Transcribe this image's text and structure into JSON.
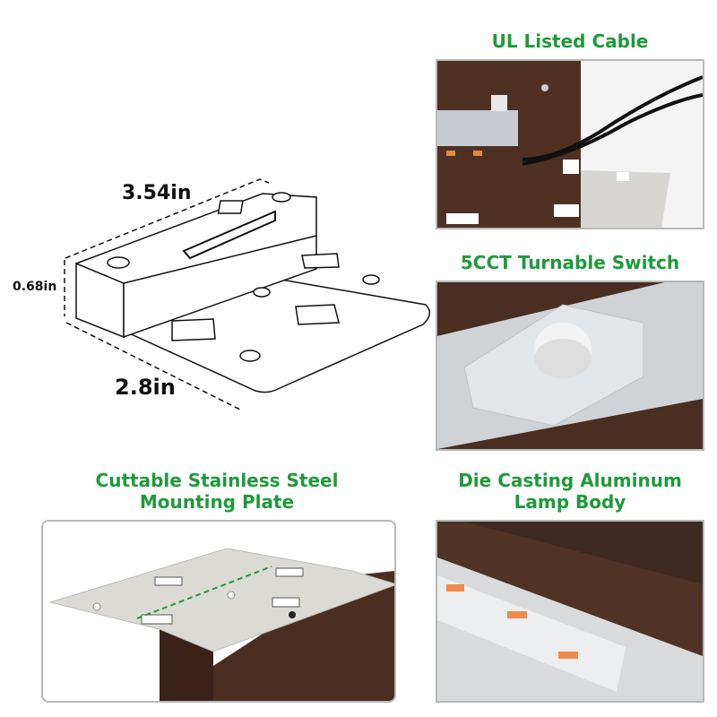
{
  "dimensions": {
    "length": "3.54in",
    "height": "0.68in",
    "width": "2.8in"
  },
  "features": [
    {
      "title_lines": [
        "UL Listed Cable"
      ]
    },
    {
      "title_lines": [
        "5CCT Turnable Switch"
      ]
    },
    {
      "title_lines": [
        "Cuttable Stainless Steel",
        "Mounting Plate"
      ]
    },
    {
      "title_lines": [
        "Die Casting Aluminum",
        "Lamp Body"
      ]
    }
  ],
  "colors": {
    "accent": "#1e9a3a",
    "body": "#4a2f22",
    "plate": "#d9d6d0"
  }
}
